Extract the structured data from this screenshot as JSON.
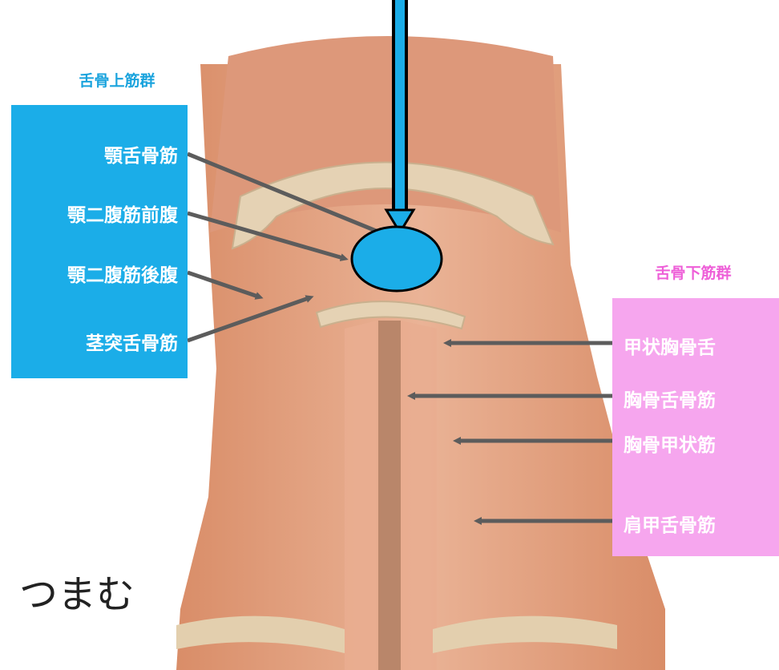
{
  "colors": {
    "supra_panel": "#1bade8",
    "supra_header_text": "#1aa3dd",
    "infra_panel": "#f6a6ee",
    "infra_header_text": "#ee5fd8",
    "pointer_line": "#5c5c5c",
    "marker_fill": "#1bade8",
    "marker_stroke": "#000000",
    "muscle": "#e4a17f",
    "bone": "#e2cfae"
  },
  "suprahyoid": {
    "header": "舌骨上筋群",
    "labels": [
      "顎舌骨筋",
      "顎二腹筋前腹",
      "顎二腹筋後腹",
      "茎突舌骨筋"
    ]
  },
  "infrahyoid": {
    "header": "舌骨下筋群",
    "labels": [
      "甲状胸骨舌",
      "胸骨舌骨筋",
      "胸骨甲状筋",
      "肩甲舌骨筋"
    ]
  },
  "overlay": {
    "pinch_text": "つまむ"
  },
  "icons": {
    "arrow": "down-arrow-icon",
    "marker": "ellipse-marker"
  }
}
